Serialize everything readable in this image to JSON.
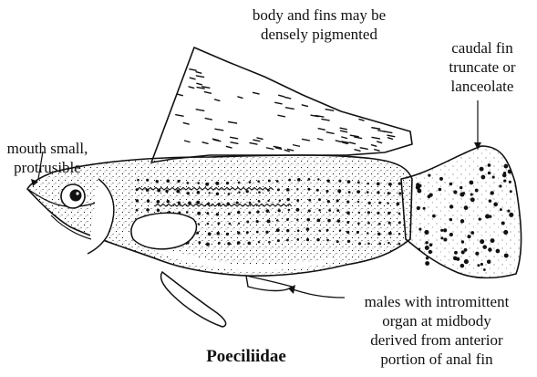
{
  "family_name": "Poeciliidae",
  "annotations": {
    "pigment": [
      "body and fins may be",
      "densely pigmented"
    ],
    "caudal": [
      "caudal fin",
      "truncate or",
      "lanceolate"
    ],
    "mouth": [
      "mouth small,",
      "protrusible"
    ],
    "intromittent": [
      "males with intromittent",
      "organ at midbody",
      "derived from anterior",
      "portion of anal fin"
    ]
  },
  "colors": {
    "ink": "#111111",
    "background": "#ffffff"
  }
}
